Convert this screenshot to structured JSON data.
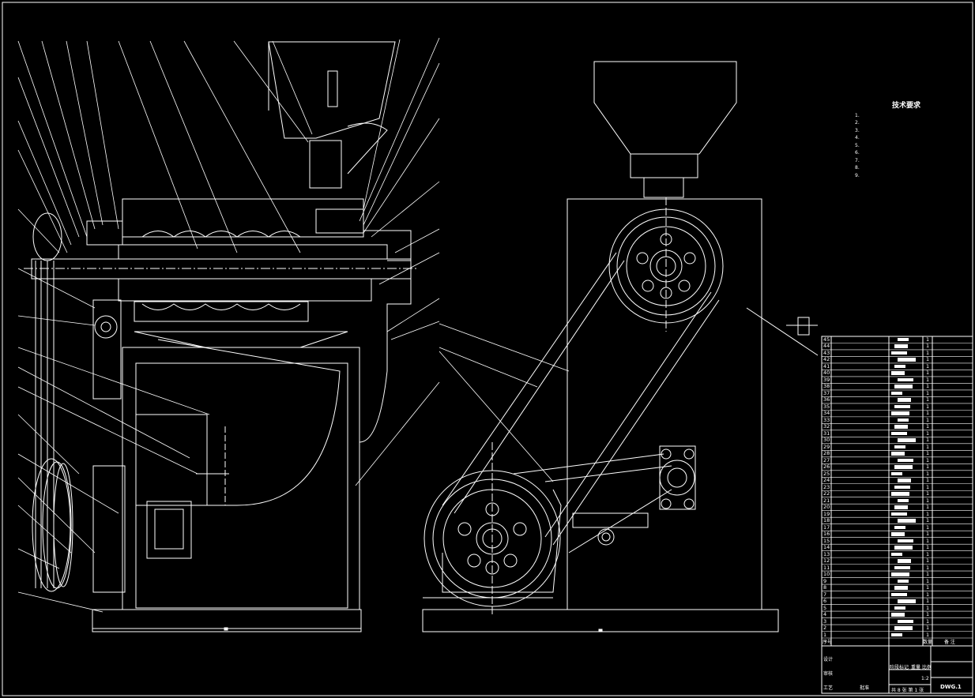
{
  "tech_requirements": {
    "title": "技术要求",
    "items": [
      "1.",
      "2.",
      "3.",
      "4.",
      "5.",
      "6.",
      "7.",
      "8.",
      "9."
    ]
  },
  "parts_list": {
    "numbers": [
      45,
      44,
      43,
      42,
      41,
      40,
      39,
      38,
      37,
      36,
      35,
      34,
      33,
      32,
      31,
      30,
      29,
      28,
      27,
      26,
      25,
      24,
      23,
      22,
      21,
      20,
      19,
      18,
      17,
      16,
      15,
      14,
      13,
      12,
      11,
      10,
      9,
      8,
      7,
      6,
      5,
      4,
      3,
      2,
      1
    ],
    "quantity": "1",
    "header": {
      "no": "序号",
      "qty": "数量",
      "remark": "备 注"
    }
  },
  "title_block": {
    "design": "设计",
    "review": "审核",
    "process": "工艺",
    "approve": "批准",
    "stage_mark": "阶段标记",
    "weight": "重量",
    "scale_label": "比例",
    "scale": "1:2",
    "sheets": "共 8 张 第 1 张",
    "drawing_no": "DWG.1"
  }
}
